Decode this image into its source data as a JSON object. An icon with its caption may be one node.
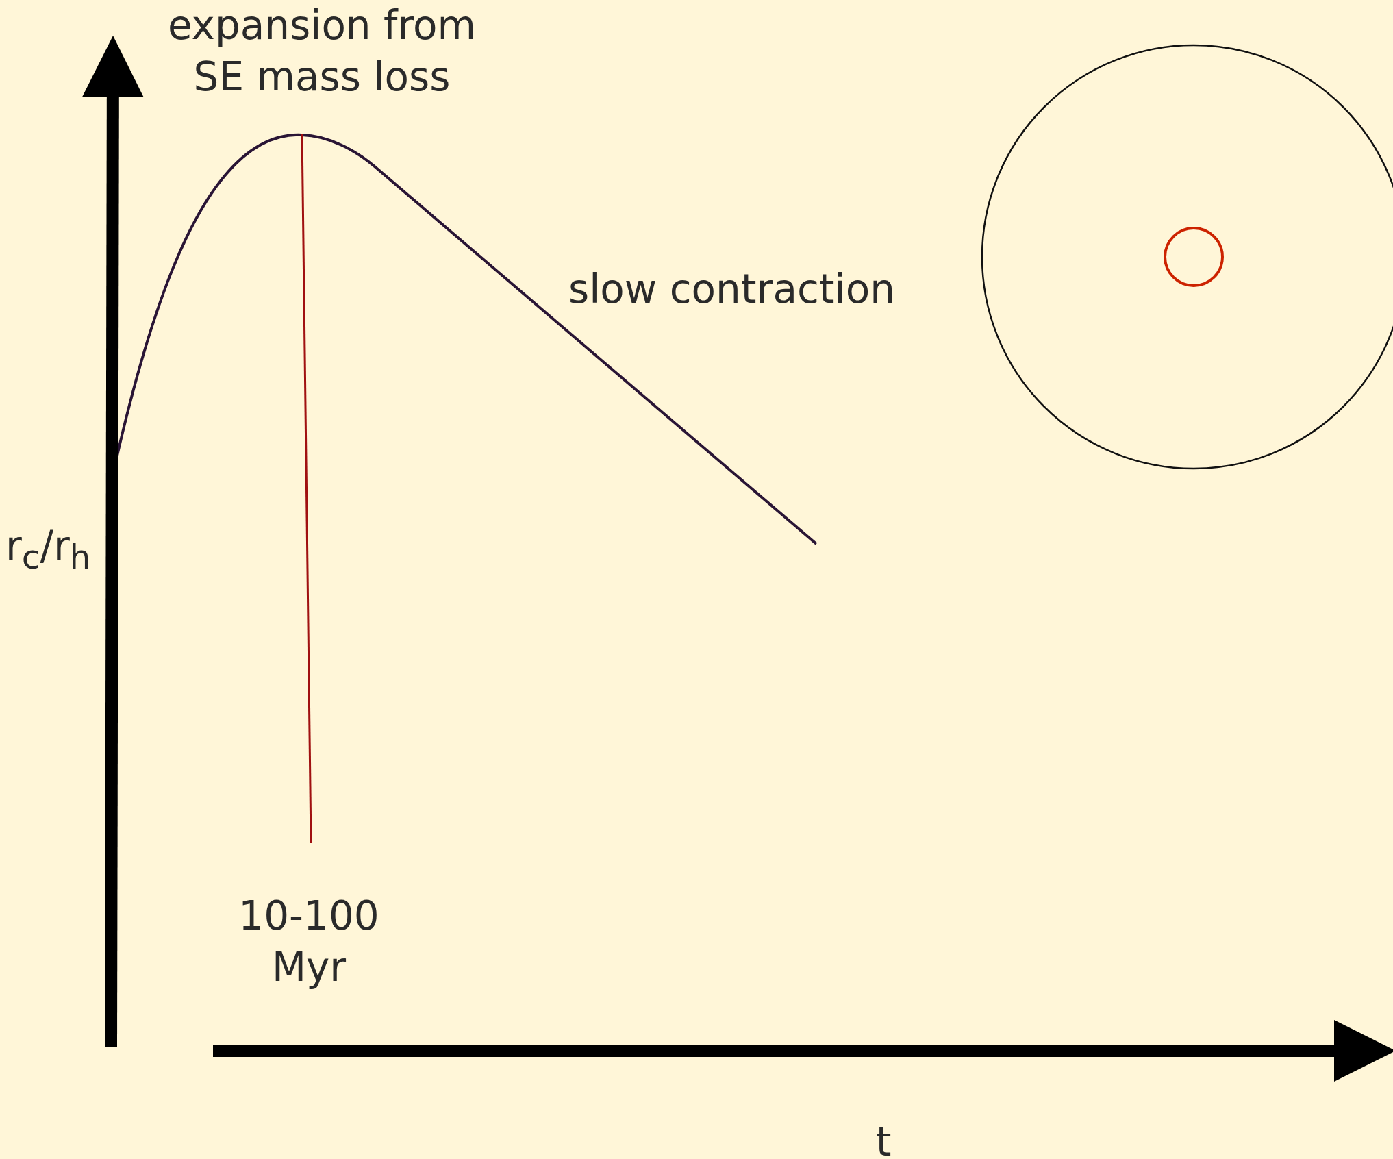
{
  "diagram": {
    "labels": [
      "expansion from SE mass loss",
      "slow contraction",
      "r$_{c}$/r$_{h}$",
      "10-100 Myr",
      "t"
    ]
  }
}
